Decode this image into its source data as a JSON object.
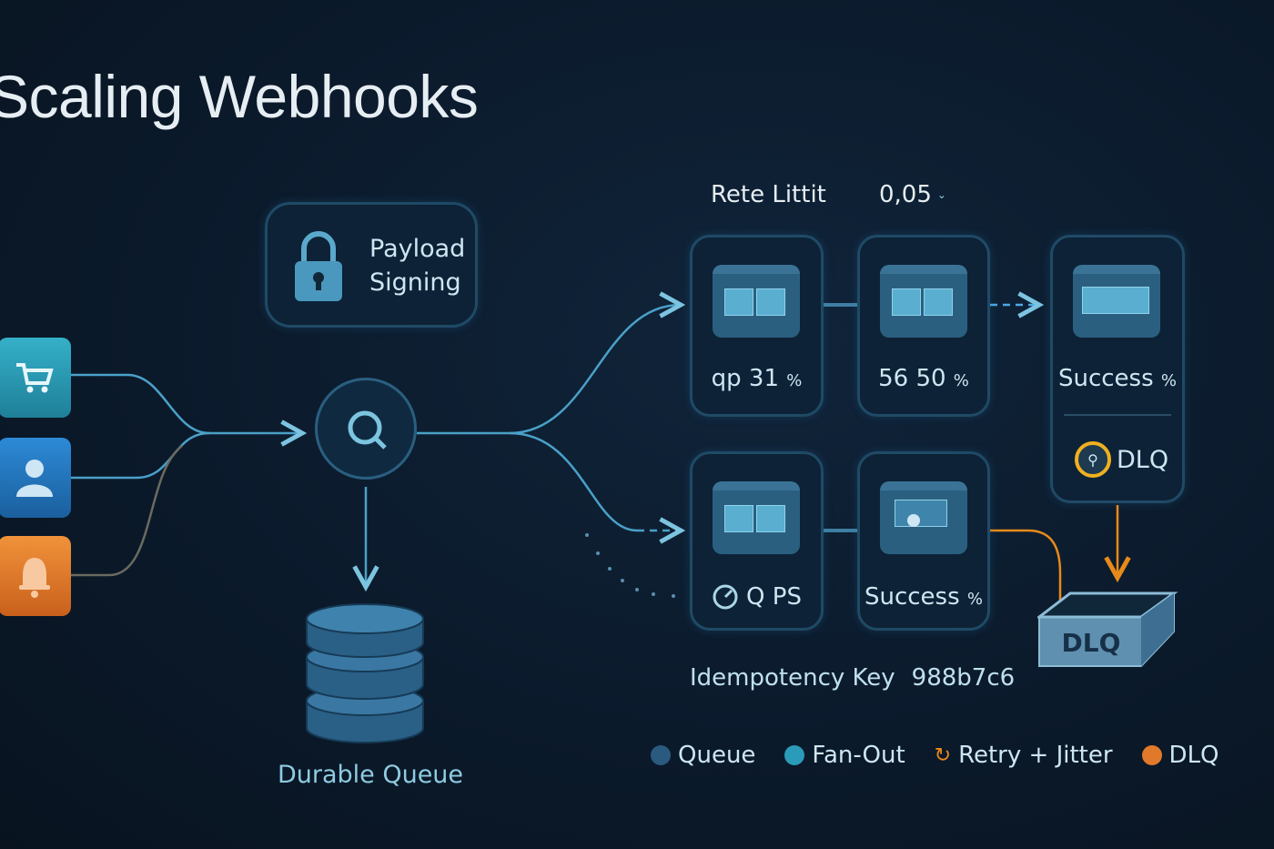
{
  "title": "Scaling Webhooks",
  "payload_signing": {
    "line1": "Payload",
    "line2": "Signing",
    "icon": "lock-icon"
  },
  "sources": [
    {
      "icon": "cart-icon",
      "color": "#2a9bb8"
    },
    {
      "icon": "user-icon",
      "color": "#2a78c0"
    },
    {
      "icon": "bell-icon",
      "color": "#e07a2a"
    }
  ],
  "queue_node": {
    "icon": "search-icon"
  },
  "durable_queue": {
    "label": "Durable Queue"
  },
  "rate_limit": {
    "label": "Rete Littit",
    "value": "0,05"
  },
  "cards": {
    "top1": {
      "prefix": "qp",
      "value": "31",
      "unit": "%"
    },
    "top2": {
      "prefix": "56",
      "value": "50",
      "unit": "%"
    },
    "top3": {
      "label": "Success",
      "unit": "%",
      "dlq": "DLQ"
    },
    "bot1": {
      "label": "Q PS"
    },
    "bot2": {
      "label": "Success",
      "unit": "%"
    }
  },
  "dlq_box": {
    "label": "DLQ"
  },
  "idempotency": {
    "label": "Idempotency Key",
    "value": "988b7c6"
  },
  "legend": [
    {
      "label": "Queue",
      "color": "#2a5a80"
    },
    {
      "label": "Fan-Out",
      "color": "#2a9bb8"
    },
    {
      "label": "Retry + Jitter",
      "color": "#e88a1a"
    },
    {
      "label": "DLQ",
      "color": "#e07a2a"
    }
  ]
}
